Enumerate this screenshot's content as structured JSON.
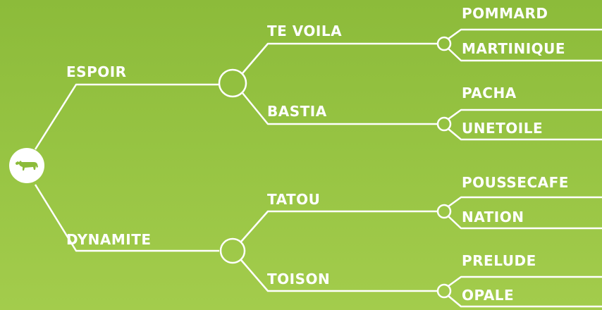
{
  "tree": {
    "root_icon": "bull-icon",
    "line_color": "#ffffff",
    "sire": "ESPOIR",
    "dam": "DYNAMITE",
    "sire_sire": "TE VOILA",
    "sire_dam": "BASTIA",
    "dam_sire": "TATOU",
    "dam_dam": "TOISON",
    "gg": [
      "POMMARD",
      "MARTINIQUE",
      "PACHA",
      "UNETOILE",
      "POUSSECAFE",
      "NATION",
      "PRELUDE",
      "OPALE"
    ]
  }
}
